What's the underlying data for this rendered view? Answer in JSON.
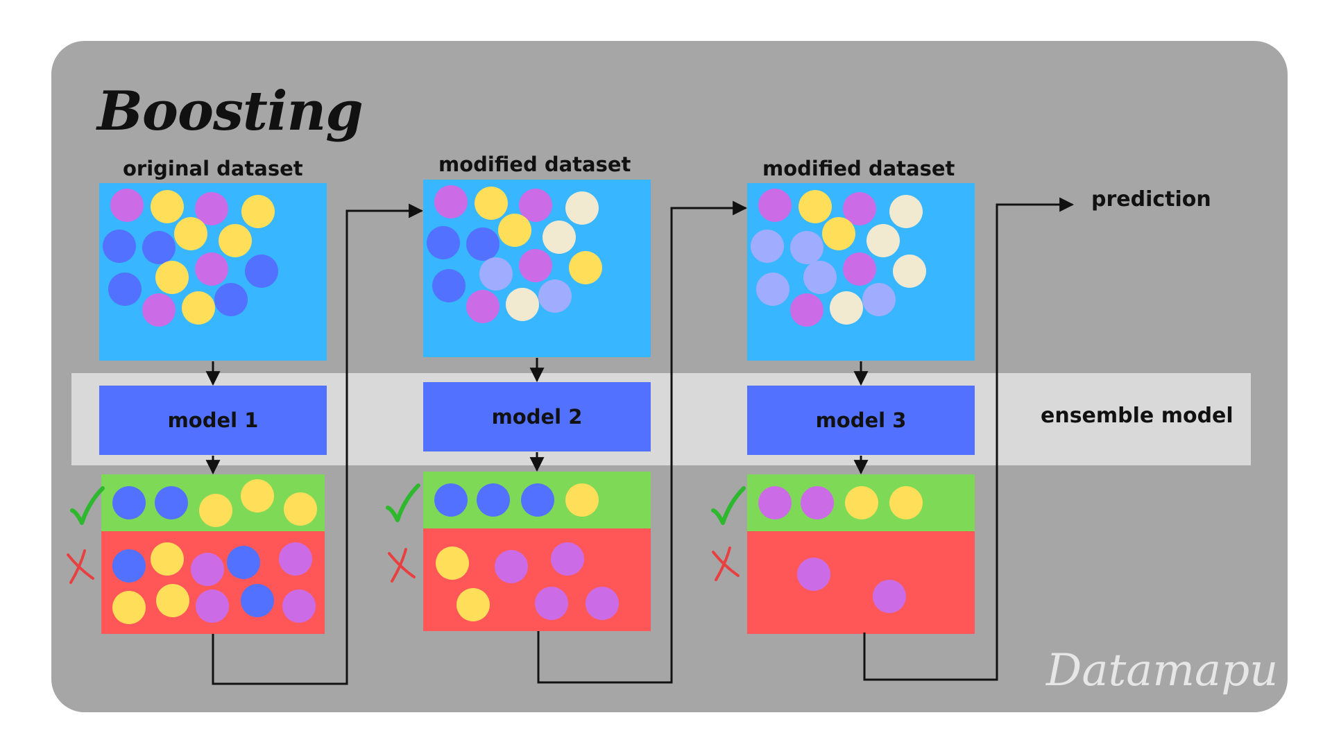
{
  "title": "Boosting",
  "watermark": "Datamapu",
  "ensemble_label": "ensemble model",
  "prediction_label": "prediction",
  "colors": {
    "panel": "#a6a6a6",
    "band": "#d9d9d9",
    "dataset": "#38b6ff",
    "model": "#5271ff",
    "correct": "#7ed957",
    "incorrect": "#ff5757",
    "check": "#2db82d",
    "cross": "#e84040",
    "dot_purple": "#cb6ce6",
    "dot_yellow": "#ffde59",
    "dot_blue": "#5271ff",
    "dot_lightblue": "#a0adff",
    "dot_cream": "#f1ead0"
  },
  "stages": [
    {
      "dataset_label": "original dataset",
      "model_label": "model 1",
      "dataset_dots": [
        "purple",
        "yellow",
        "purple",
        "yellow",
        "yellow",
        "yellow",
        "blue",
        "blue",
        "purple",
        "yellow",
        "blue",
        "blue",
        "purple",
        "yellow",
        "blue"
      ],
      "correct_dots": [
        "blue",
        "blue",
        "yellow",
        "yellow",
        "yellow"
      ],
      "incorrect_dots": [
        "blue",
        "yellow",
        "purple",
        "blue",
        "purple",
        "yellow",
        "yellow",
        "purple",
        "blue",
        "purple"
      ]
    },
    {
      "dataset_label": "modified dataset",
      "model_label": "model 2",
      "dataset_dots": [
        "purple",
        "yellow",
        "purple",
        "cream",
        "yellow",
        "cream",
        "blue",
        "blue",
        "purple",
        "lightblue",
        "yellow",
        "blue",
        "purple",
        "cream",
        "lightblue"
      ],
      "correct_dots": [
        "blue",
        "blue",
        "blue",
        "yellow"
      ],
      "incorrect_dots": [
        "yellow",
        "purple",
        "purple",
        "yellow",
        "purple",
        "purple"
      ]
    },
    {
      "dataset_label": "modified dataset",
      "model_label": "model 3",
      "dataset_dots": [
        "purple",
        "yellow",
        "purple",
        "cream",
        "yellow",
        "cream",
        "lightblue",
        "lightblue",
        "purple",
        "lightblue",
        "cream",
        "lightblue",
        "purple",
        "cream",
        "lightblue"
      ],
      "correct_dots": [
        "purple",
        "purple",
        "yellow",
        "yellow"
      ],
      "incorrect_dots": [
        "purple",
        "purple"
      ]
    }
  ]
}
